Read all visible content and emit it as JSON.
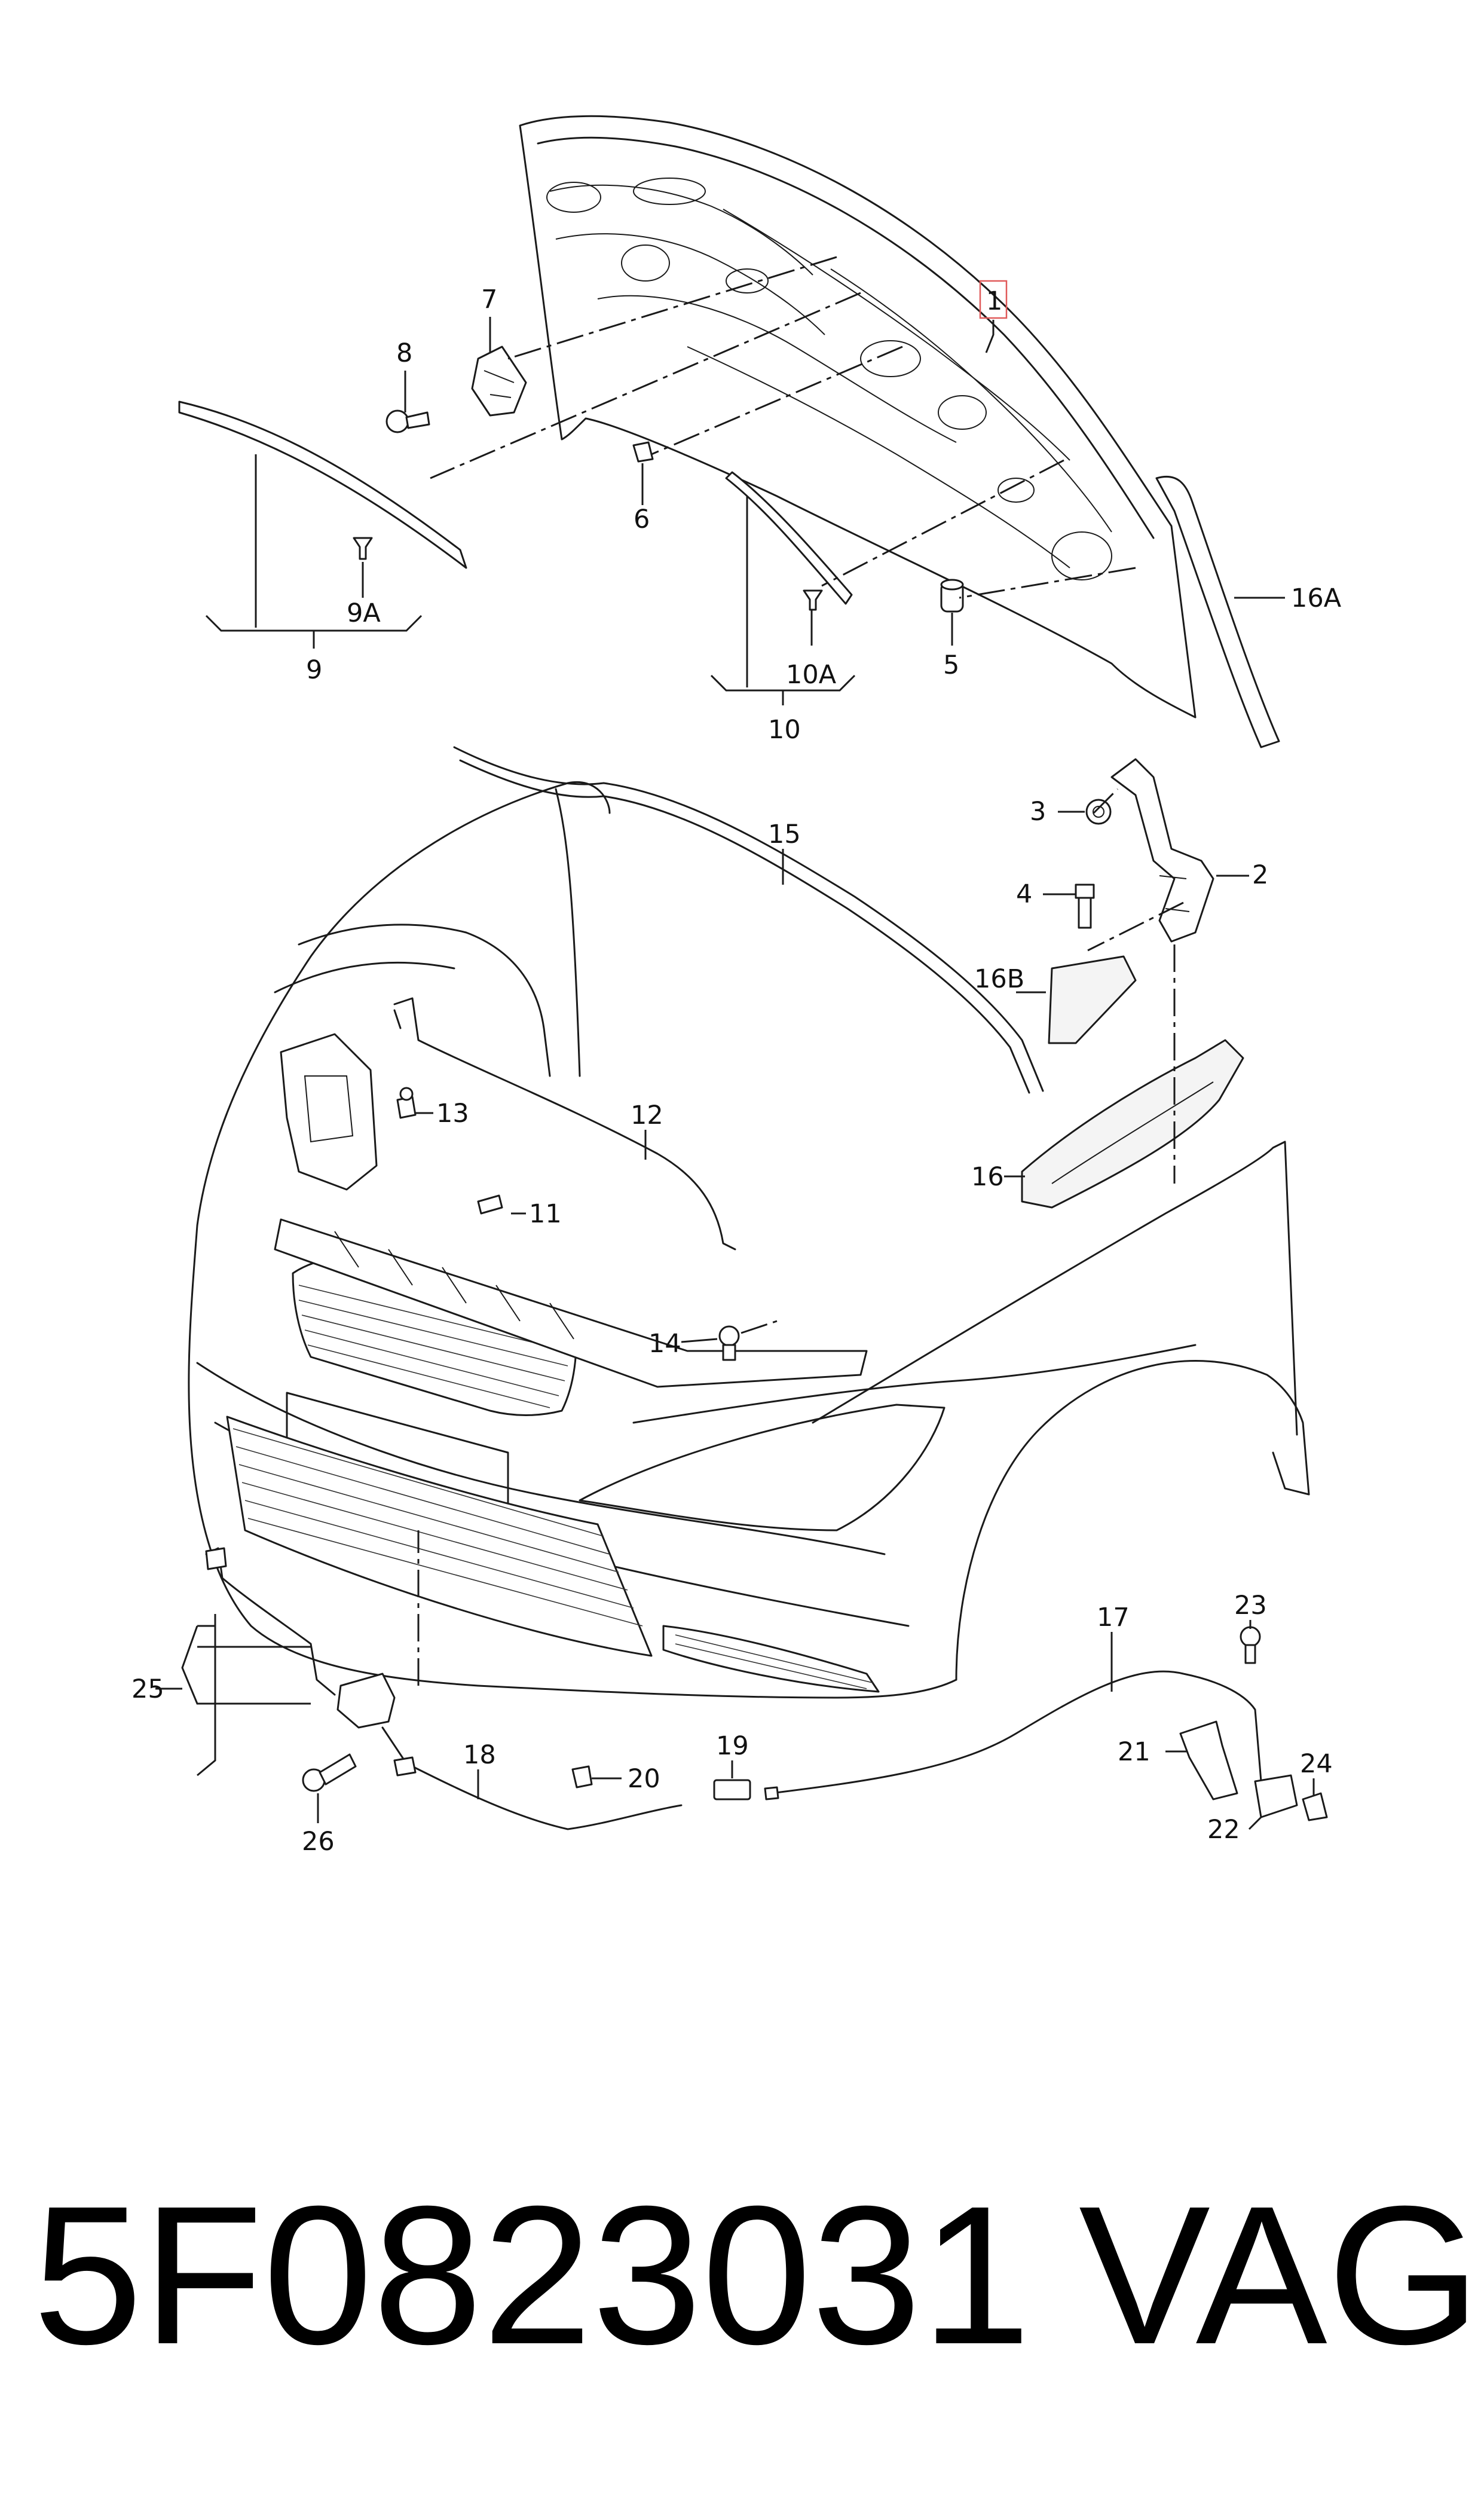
{
  "callouts": [
    {
      "id": "c1",
      "text": "1"
    },
    {
      "id": "c2",
      "text": "2"
    },
    {
      "id": "c3",
      "text": "3"
    },
    {
      "id": "c4",
      "text": "4"
    },
    {
      "id": "c5",
      "text": "5"
    },
    {
      "id": "c6",
      "text": "6"
    },
    {
      "id": "c7",
      "text": "7"
    },
    {
      "id": "c8",
      "text": "8"
    },
    {
      "id": "c9",
      "text": "9"
    },
    {
      "id": "c9A",
      "text": "9A"
    },
    {
      "id": "c10",
      "text": "10"
    },
    {
      "id": "c10A",
      "text": "10A"
    },
    {
      "id": "c11",
      "text": "11"
    },
    {
      "id": "c12",
      "text": "12"
    },
    {
      "id": "c13",
      "text": "13"
    },
    {
      "id": "c14",
      "text": "14"
    },
    {
      "id": "c15",
      "text": "15"
    },
    {
      "id": "c16",
      "text": "16"
    },
    {
      "id": "c16A",
      "text": "16A"
    },
    {
      "id": "c16B",
      "text": "16B"
    },
    {
      "id": "c17",
      "text": "17"
    },
    {
      "id": "c18",
      "text": "18"
    },
    {
      "id": "c19",
      "text": "19"
    },
    {
      "id": "c20",
      "text": "20"
    },
    {
      "id": "c21",
      "text": "21"
    },
    {
      "id": "c22",
      "text": "22"
    },
    {
      "id": "c23",
      "text": "23"
    },
    {
      "id": "c24",
      "text": "24"
    },
    {
      "id": "c25",
      "text": "25"
    },
    {
      "id": "c26",
      "text": "26"
    }
  ],
  "highlight_color": "#e05a5a",
  "part_number": "5F0823031",
  "brand": "VAG"
}
